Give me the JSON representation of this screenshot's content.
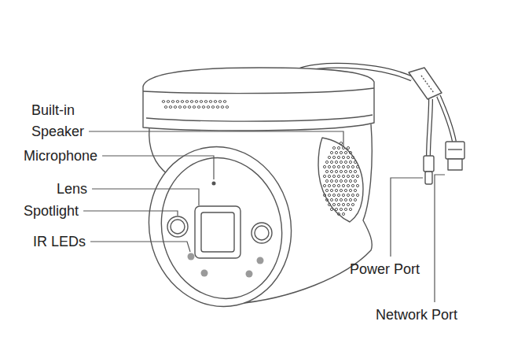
{
  "diagram": {
    "labels": [
      "Built-in Speaker",
      "Microphone",
      "Lens",
      "Spotlight",
      "IR LEDs",
      "Power Port",
      "Network Port"
    ]
  }
}
